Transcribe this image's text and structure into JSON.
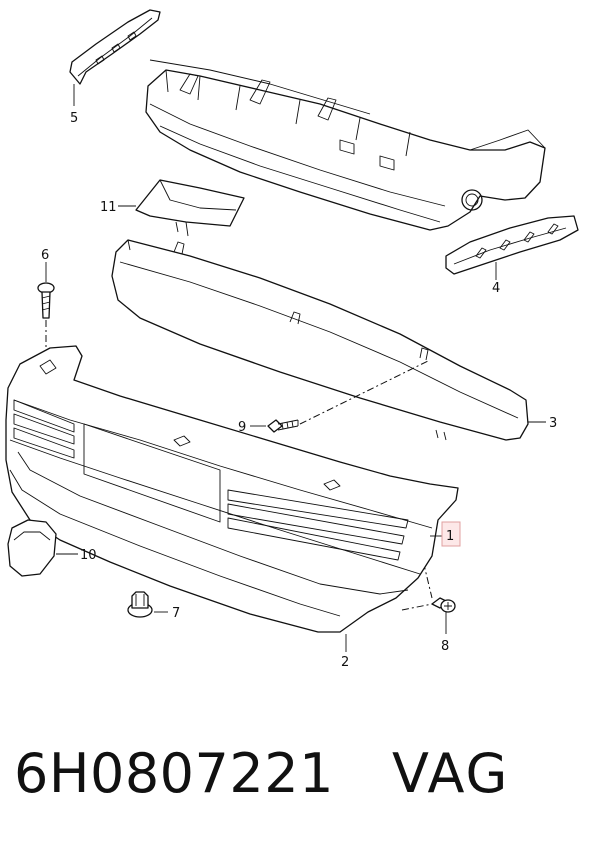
{
  "diagram": {
    "callouts": {
      "c1": "1",
      "c2": "2",
      "c3": "3",
      "c4": "4",
      "c5": "5",
      "c6": "6",
      "c7": "7",
      "c8": "8",
      "c9": "9",
      "c10": "10",
      "c11": "11"
    },
    "highlight_color": "#fde8e8"
  },
  "footer": {
    "part_number": "6H0807221",
    "brand": "VAG"
  }
}
